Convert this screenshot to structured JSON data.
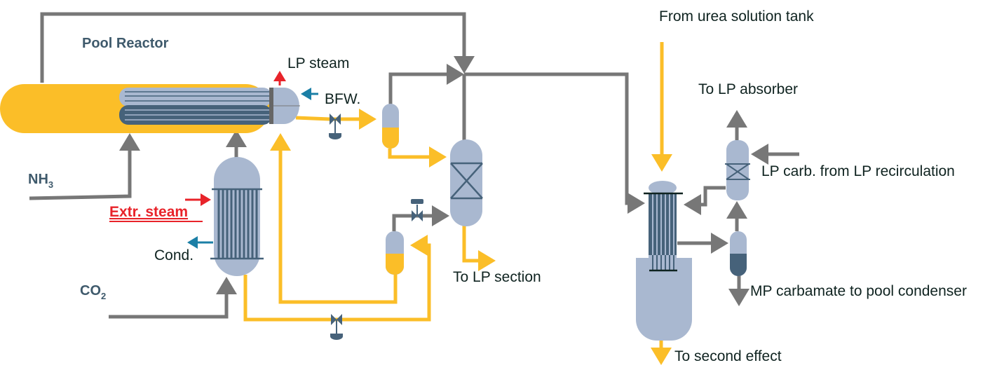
{
  "diagram": {
    "title": "Pool Reactor",
    "colors": {
      "process_liquid": "#fbbe28",
      "vessel": "#a9b8d0",
      "vessel_dark": "#46627a",
      "gas_line": "#777777",
      "steam": "#e8232a",
      "water": "#1b7fa6",
      "label_text": "#0f2320",
      "title_text": "#3f5a6c"
    },
    "labels": {
      "pool_reactor": "Pool Reactor",
      "lp_steam": "LP steam",
      "bfw": "BFW.",
      "nh3_main": "NH",
      "nh3_sub": "3",
      "extr_steam": "Extr. steam",
      "cond": "Cond.",
      "co2_main": "CO",
      "co2_sub": "2",
      "to_lp_section": "To LP section",
      "from_urea_tank": "From urea solution tank",
      "to_lp_absorber": "To LP absorber",
      "lp_carb": "LP carb. from LP recirculation",
      "mp_carbamate": "MP carbamate to pool condenser",
      "to_second_effect": "To second effect"
    },
    "equipment": [
      "pool-reactor",
      "hp-stripper",
      "flash-vessel-upper",
      "flash-vessel-lower",
      "rectifying-column",
      "evaporator-heater",
      "scrubber-column",
      "mp-separator"
    ]
  }
}
